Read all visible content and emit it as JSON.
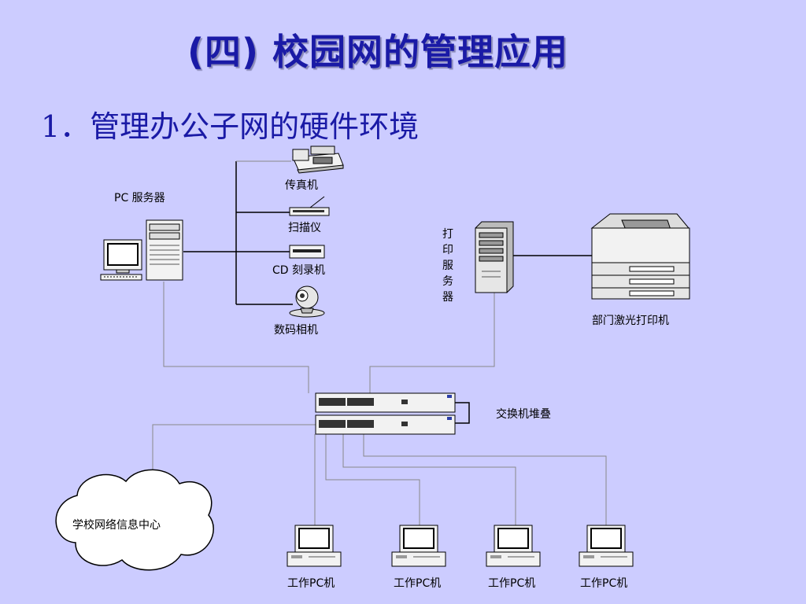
{
  "title": "(四) 校园网的管理应用",
  "subtitle": "1．管理办公子网的硬件环境",
  "labels": {
    "pc_server": "PC  服务器",
    "fax": "传真机",
    "scanner": "扫描仪",
    "cd_burner": "CD  刻录机",
    "camera": "数码相机",
    "print_server": [
      "打",
      "印",
      "服",
      "务",
      "器"
    ],
    "laser_printer": "部门激光打印机",
    "switch_stack": "交换机堆叠",
    "info_center": "学校网络信息中心",
    "workstation": "工作PC机"
  }
}
